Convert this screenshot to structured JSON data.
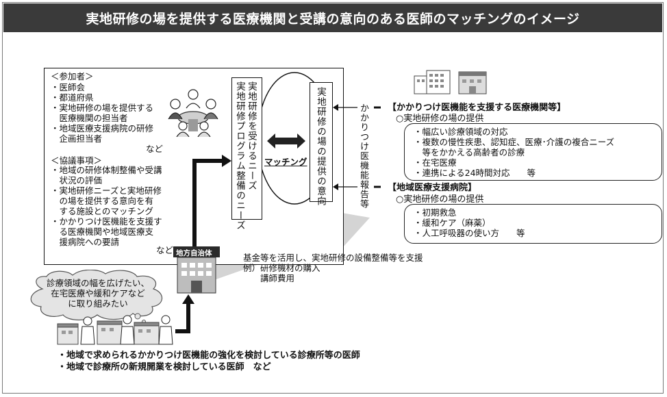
{
  "title": "実地研修の場を提供する医療機関と受講の意向のある医師のマッチングのイメージ",
  "council": {
    "participants_header": "＜参加者＞",
    "participants": [
      "・医師会",
      "・都道府県",
      "・実地研修の場を提供する",
      "　医療機関の担当者",
      "・地域医療支援病院の研修",
      "　企画担当者"
    ],
    "participants_etc": "など",
    "topics_header": "＜協議事項＞",
    "topics": [
      "・地域の研修体制整備や受講",
      "　状況の評価",
      "・実地研修ニーズと実地研修",
      "　の場を提供する意向を有",
      "　する施設とのマッチング",
      "・かかりつけ医機能を支援す",
      "　る医療機関や地域医療支",
      "　援病院への要請"
    ],
    "topics_etc": "など"
  },
  "needs_box": {
    "line1": "実地研修を受けるニーズ",
    "line2": "実地研修プログラム整備のニーズ"
  },
  "matching_label": "マッチング",
  "provide_box": "実地研修の場の提供の意向",
  "report_label": "かかりつけ医機能報告等",
  "kakaritsuke": {
    "heading": "【かかりつけ医機能を支援する医療機関等】",
    "sub": "○実地研修の場の提供",
    "items": [
      "・幅広い診療領域の対応",
      "・複数の慢性疾患、認知症、医療･介護の複合ニーズ",
      "　等をかかえる高齢者の診療",
      "・在宅医療",
      "・連携による24時間対応　　等"
    ]
  },
  "regional": {
    "heading": "【地域医療支援病院】",
    "sub": "○実地研修の場の提供",
    "items": [
      "・初期救急",
      "・緩和ケア（麻薬）",
      "・人工呼吸器の使い方　　等"
    ]
  },
  "local_gov_sign": "地方自治体",
  "fund": [
    "基金等を活用し、実地研修の設備整備等を支援",
    "例）研修機材の購入",
    "　　講師費用"
  ],
  "cloud": [
    "診療領域の幅を広げたい、",
    "在宅医療や緩和ケアなど",
    "に取り組みたい"
  ],
  "bottom": [
    "・地域で求められるかかりつけ医機能の強化を検討している診療所等の医師",
    "・地域で診療所の新規開業を検討している医師　など"
  ],
  "colors": {
    "title_bg": "#3a3a3a",
    "arrow_gray": "#d4d4d4",
    "ink": "#111111"
  }
}
